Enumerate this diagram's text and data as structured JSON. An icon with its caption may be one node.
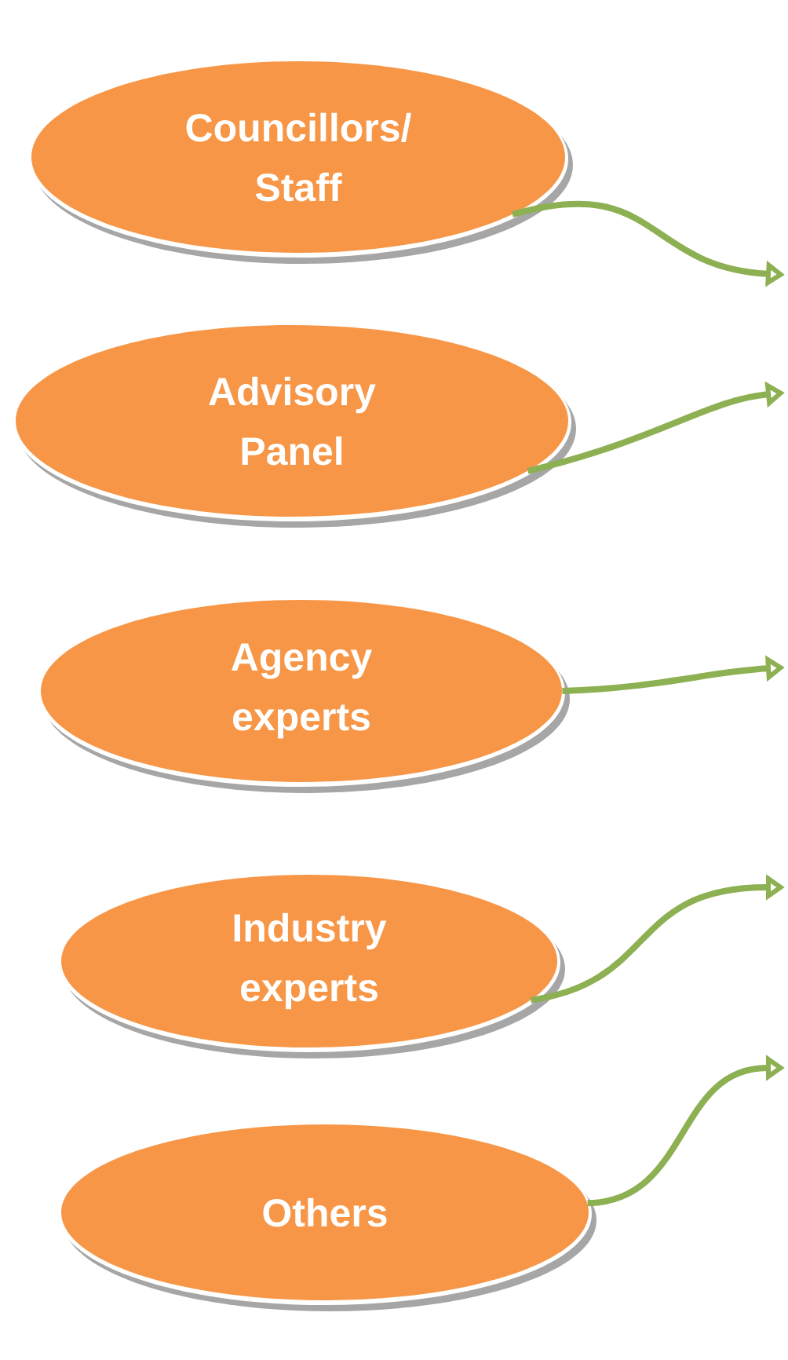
{
  "diagram": {
    "nodes": [
      {
        "text": [
          "Councillors/ Staff"
        ]
      },
      {
        "text": [
          "Advisory Panel"
        ]
      },
      {
        "text": [
          "Agency experts"
        ]
      },
      {
        "text": [
          "Industry experts"
        ]
      },
      {
        "text": [
          "Others"
        ]
      }
    ],
    "edges": [
      {
        "from": 0,
        "to": null,
        "arrow": "to"
      },
      {
        "from": 1,
        "to": null,
        "arrow": "to"
      },
      {
        "from": 2,
        "to": null,
        "arrow": "to"
      },
      {
        "from": 3,
        "to": null,
        "arrow": "to"
      },
      {
        "from": 4,
        "to": null,
        "arrow": "to"
      }
    ]
  }
}
